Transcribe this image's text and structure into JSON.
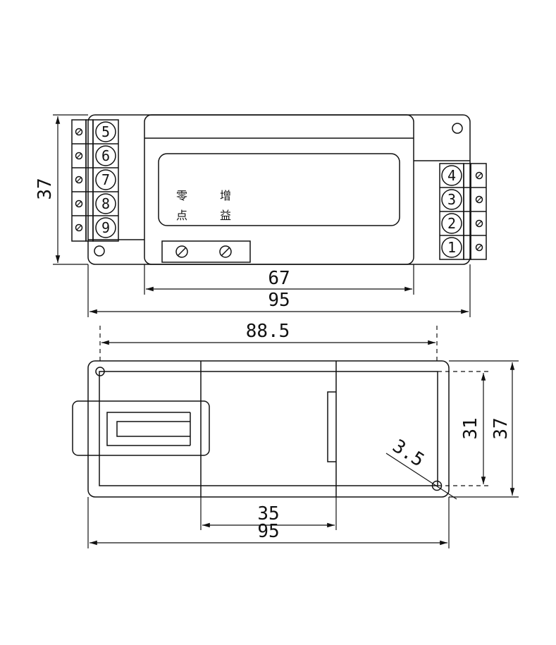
{
  "top_view": {
    "terminals_left": [
      "5",
      "6",
      "7",
      "8",
      "9"
    ],
    "terminals_right": [
      "4",
      "3",
      "2",
      "1"
    ],
    "labels": {
      "zero_line1": "零",
      "zero_line2": "点",
      "gain_line1": "增",
      "gain_line2": "益"
    },
    "dimensions": {
      "height": "37",
      "inner_width": "67",
      "total_width": "95"
    }
  },
  "side_view": {
    "dimensions": {
      "hole_spacing": "88.5",
      "center_width": "35",
      "total_width": "95",
      "inner_height": "31",
      "total_height": "37",
      "hole_diameter": "3.5"
    }
  }
}
